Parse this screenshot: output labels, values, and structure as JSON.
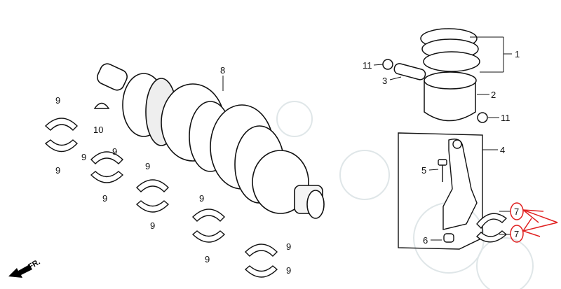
{
  "diagram": {
    "front_marker": "FR.",
    "labels": {
      "piston_rings": "1",
      "piston": "2",
      "piston_pin": "3",
      "connecting_rod": "4",
      "rod_bolt": "5",
      "rod_nut": "6",
      "rod_bearing_upper": "7",
      "rod_bearing_lower": "7",
      "crankshaft": "8",
      "main_bearing": "9",
      "woodruff_key": "10",
      "pin_clip": "11"
    },
    "highlight_color": "#e02020"
  }
}
